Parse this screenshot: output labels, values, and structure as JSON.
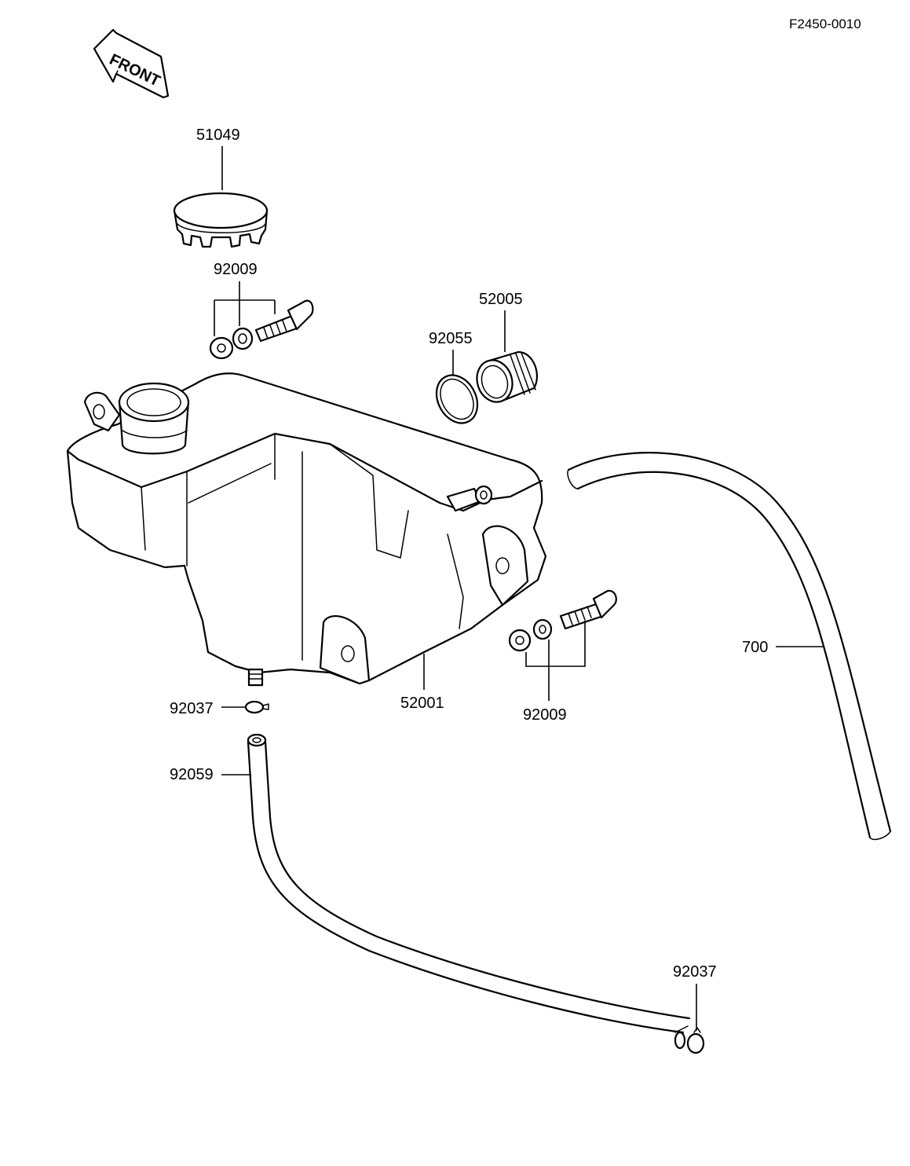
{
  "diagram": {
    "reference_code": "F2450-0010",
    "front_arrow_label": "FRONT",
    "parts": {
      "cap": "51049",
      "bolt_upper": "92009",
      "plug": "52005",
      "gasket": "92055",
      "tank": "52001",
      "bolt_lower": "92009",
      "clamp_upper": "92037",
      "hose_drain": "92059",
      "hose_overflow": "700",
      "clamp_lower": "92037"
    }
  }
}
